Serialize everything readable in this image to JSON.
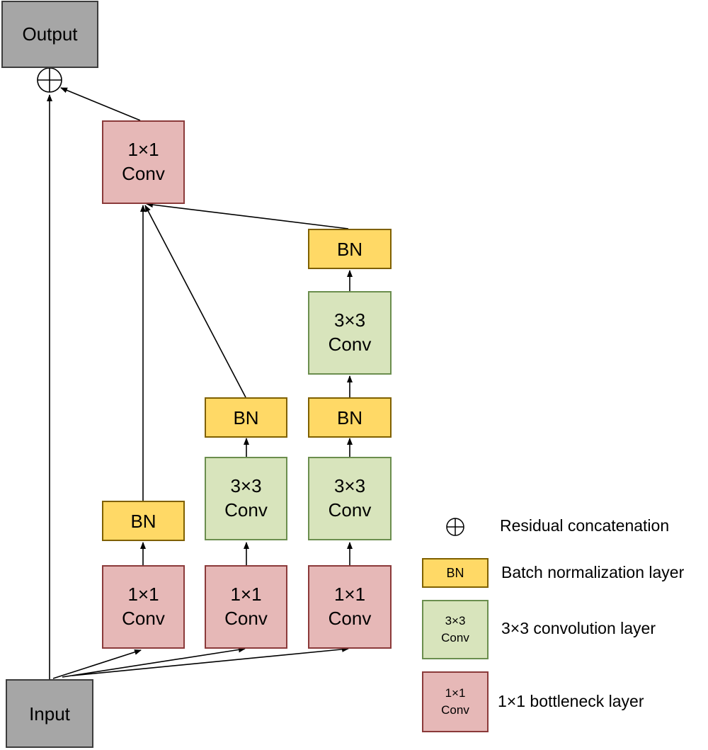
{
  "colors": {
    "io_fill": "#a6a6a6",
    "io_stroke": "#3c3c3c",
    "conv1_fill": "#e6b8b7",
    "conv1_stroke": "#8b3a3a",
    "conv3_fill": "#d8e4bc",
    "conv3_stroke": "#6b8e4e",
    "bn_fill": "#ffd966",
    "bn_stroke": "#7f6000",
    "edge": "#000000"
  },
  "nodes": {
    "output": {
      "line1": "Output"
    },
    "input": {
      "line1": "Input"
    },
    "top_conv": {
      "line1": "1×1",
      "line2": "Conv"
    },
    "b1_conv": {
      "line1": "1×1",
      "line2": "Conv"
    },
    "b1_bn": {
      "line1": "BN"
    },
    "b2_conv1": {
      "line1": "1×1",
      "line2": "Conv"
    },
    "b2_conv3": {
      "line1": "3×3",
      "line2": "Conv"
    },
    "b2_bn": {
      "line1": "BN"
    },
    "b3_conv1": {
      "line1": "1×1",
      "line2": "Conv"
    },
    "b3_conv3a": {
      "line1": "3×3",
      "line2": "Conv"
    },
    "b3_bn_a": {
      "line1": "BN"
    },
    "b3_conv3b": {
      "line1": "3×3",
      "line2": "Conv"
    },
    "b3_bn_b": {
      "line1": "BN"
    }
  },
  "legend": {
    "residual": {
      "label": "Residual concatenation"
    },
    "bn": {
      "swatch": "BN",
      "label": "Batch normalization layer"
    },
    "conv3": {
      "swatch_line1": "3×3",
      "swatch_line2": "Conv",
      "label": "3×3 convolution layer"
    },
    "conv1": {
      "swatch_line1": "1×1",
      "swatch_line2": "Conv",
      "label": "1×1 bottleneck layer"
    }
  }
}
